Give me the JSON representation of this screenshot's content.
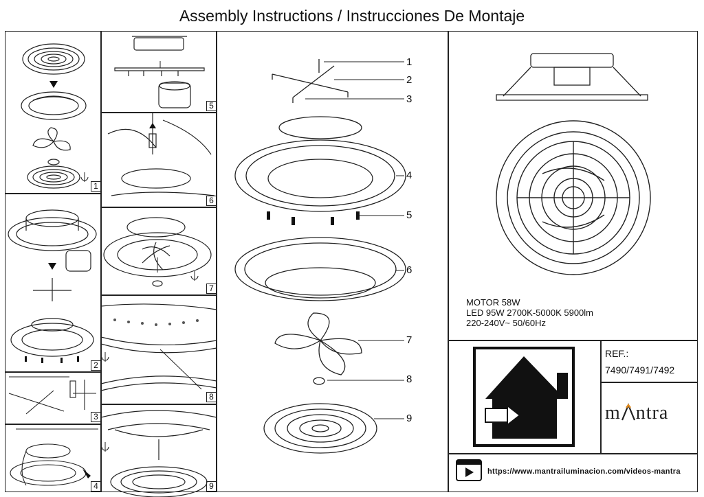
{
  "document": {
    "title": "Assembly Instructions / Instrucciones De Montaje"
  },
  "steps": [
    "1",
    "2",
    "3",
    "4",
    "5",
    "6",
    "7",
    "8",
    "9"
  ],
  "parts": [
    "1",
    "2",
    "3",
    "4",
    "5",
    "6",
    "7",
    "8",
    "9"
  ],
  "specs": {
    "line1": "MOTOR 58W",
    "line2": "LED 95W 2700K-5000K 5900lm",
    "line3": "220-240V~ 50/60Hz"
  },
  "reference": {
    "label": "REF.:",
    "codes": "7490/7491/7492"
  },
  "brand": {
    "name_start": "m",
    "name_end": "ntra"
  },
  "footer": {
    "url": "https://www.mantrailuminacion.com/videos-mantra",
    "video_icon": "video-icon"
  },
  "icons": {
    "indoor_only": "indoor-use-house-icon"
  }
}
